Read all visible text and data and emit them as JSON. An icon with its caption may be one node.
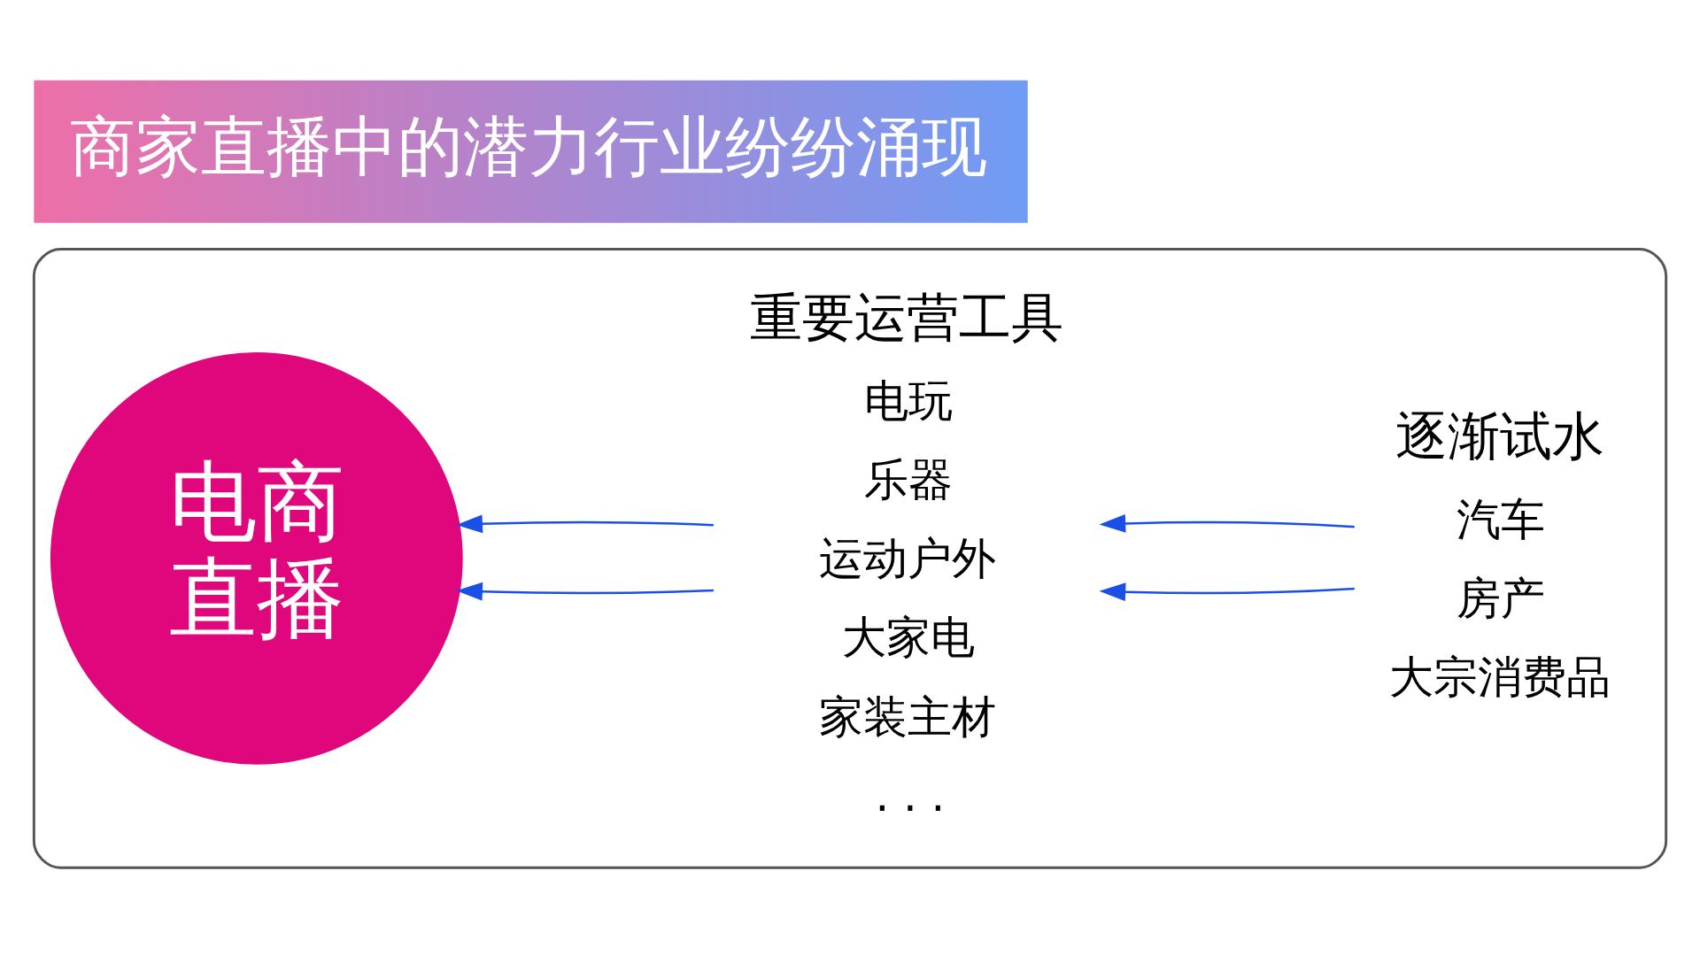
{
  "diagram": {
    "title": "商家直播中的潜力行业纷纷涌现",
    "nodes": [
      {
        "text": [],
        "shape": "box"
      },
      {
        "text": [
          "电商直播"
        ],
        "in": 0
      },
      {
        "text": [
          "重要运营工具",
          "电玩",
          "乐器",
          "运动户外",
          "大家电",
          "家装主材",
          ". . ."
        ],
        "in": 0
      },
      {
        "text": [
          "逐渐试水",
          "汽车",
          "房产",
          "大宗消费品"
        ],
        "in": 0
      }
    ],
    "edges": [
      {
        "from": 2,
        "to": 1,
        "arrow": "to",
        "color": "#1a4fe8"
      },
      {
        "from": 2,
        "to": 1,
        "arrow": "to",
        "color": "#1a4fe8"
      },
      {
        "from": 3,
        "to": 2,
        "arrow": "to",
        "color": "#1a4fe8"
      },
      {
        "from": 3,
        "to": 2,
        "arrow": "to",
        "color": "#1a4fe8"
      }
    ]
  }
}
